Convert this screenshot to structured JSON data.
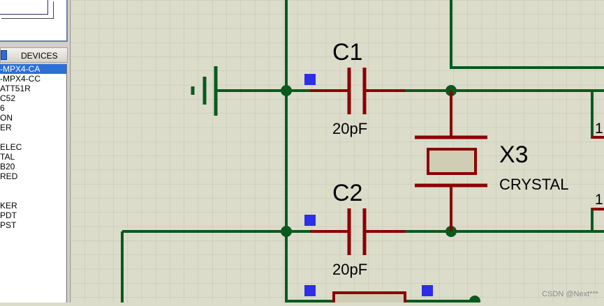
{
  "sidebar": {
    "devices_title": "DEVICES",
    "devices": [
      "-MPX4-CA",
      "-MPX4-CC",
      "ATT51R",
      "C52",
      "6",
      "ON",
      "ER",
      "",
      "ELEC",
      "TAL",
      "B20",
      "RED",
      "",
      "",
      "KER",
      "PDT",
      "PST"
    ],
    "selected_index": 0
  },
  "schematic": {
    "c1": {
      "ref": "C1",
      "value": "20pF"
    },
    "c2": {
      "ref": "C2",
      "value": "20pF"
    },
    "x3": {
      "ref": "X3",
      "value": "CRYSTAL"
    },
    "pin_top": "1",
    "pin_bottom": "1"
  },
  "colors": {
    "wire": "#0a5a1e",
    "component": "#8b0000",
    "crystal_fill": "#cfceb4",
    "grid": "#c8c8b8",
    "background": "#dcdccb",
    "marker": "#2e2ee6"
  },
  "watermark": "CSDN @Next***"
}
